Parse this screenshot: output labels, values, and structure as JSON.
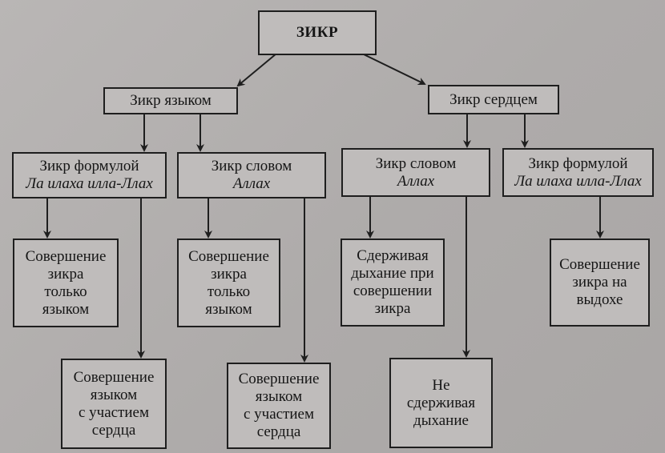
{
  "diagram": {
    "root": {
      "label": "ЗИКР"
    },
    "tongue": {
      "label": "Зикр языком"
    },
    "heart": {
      "label": "Зикр сердцем"
    },
    "tongue_formula": {
      "line1": "Зикр формулой",
      "line2": "Ла илаха илла-Ллах"
    },
    "tongue_word": {
      "line1": "Зикр словом",
      "line2": "Аллах"
    },
    "heart_word": {
      "line1": "Зикр словом",
      "line2": "Аллах"
    },
    "heart_formula": {
      "line1": "Зикр формулой",
      "line2": "Ла илаха илла-Ллах"
    },
    "leaf_a": {
      "lines": [
        "Совершение",
        "зикра",
        "только",
        "языком"
      ]
    },
    "leaf_b": {
      "lines": [
        "Совершение",
        "зикра",
        "только",
        "языком"
      ]
    },
    "leaf_c": {
      "lines": [
        "Сдерживая",
        "дыхание при",
        "совершении",
        "зикра"
      ]
    },
    "leaf_d": {
      "lines": [
        "Совершение",
        "зикра на",
        "выдохе"
      ]
    },
    "leaf_e": {
      "lines": [
        "Совершение",
        "языком",
        "с участием",
        "сердца"
      ]
    },
    "leaf_f": {
      "lines": [
        "Совершение",
        "языком",
        "с участием",
        "сердца"
      ]
    },
    "leaf_g": {
      "lines": [
        "Не",
        "сдерживая",
        "дыхание"
      ]
    },
    "colors": {
      "line": "#1e1e1e",
      "box_fill": "#bfbcbb",
      "background": "#b4b1b0"
    }
  }
}
